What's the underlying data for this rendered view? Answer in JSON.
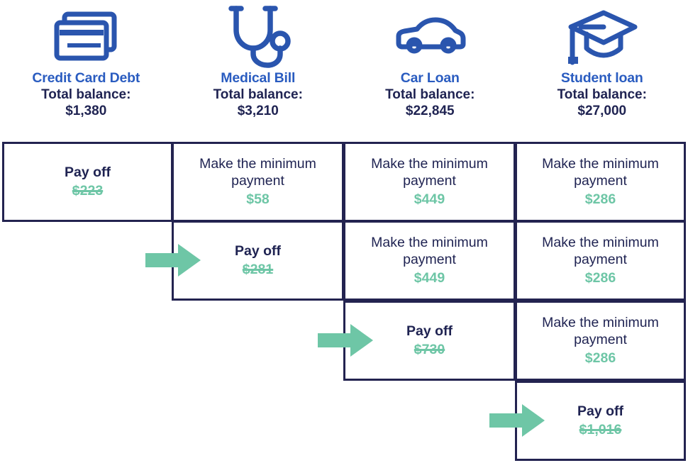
{
  "theme": {
    "navy": "#1f2352",
    "border_navy": "#232350",
    "title_blue": "#2a5cc0",
    "icon_blue": "#2a55ae",
    "mint_green": "#6ec6a6",
    "background": "#ffffff"
  },
  "header": {
    "balance_label": "Total balance:",
    "debts": [
      {
        "name": "Credit Card Debt",
        "icon": "credit-card-icon",
        "balance": "$1,380"
      },
      {
        "name": "Medical Bill",
        "icon": "stethoscope-icon",
        "balance": "$3,210"
      },
      {
        "name": "Car Loan",
        "icon": "car-icon",
        "balance": "$22,845"
      },
      {
        "name": "Student loan",
        "icon": "graduation-cap-icon",
        "balance": "$27,000"
      }
    ]
  },
  "grid": {
    "action_payoff": "Pay off",
    "action_minimum": "Make the minimum payment",
    "rows": [
      {
        "row": 1,
        "cells": [
          {
            "column": "Credit Card Debt",
            "action": "Pay off",
            "amount": "$223",
            "struck": true,
            "has_arrow": false
          },
          {
            "column": "Medical Bill",
            "action": "Make the minimum payment",
            "amount": "$58",
            "struck": false,
            "has_arrow": false
          },
          {
            "column": "Car Loan",
            "action": "Make the minimum payment",
            "amount": "$449",
            "struck": false,
            "has_arrow": false
          },
          {
            "column": "Student loan",
            "action": "Make the minimum payment",
            "amount": "$286",
            "struck": false,
            "has_arrow": false
          }
        ]
      },
      {
        "row": 2,
        "cells": [
          {
            "column": "Medical Bill",
            "action": "Pay off",
            "amount": "$281",
            "struck": true,
            "has_arrow": true
          },
          {
            "column": "Car Loan",
            "action": "Make the minimum payment",
            "amount": "$449",
            "struck": false,
            "has_arrow": false
          },
          {
            "column": "Student loan",
            "action": "Make the minimum payment",
            "amount": "$286",
            "struck": false,
            "has_arrow": false
          }
        ]
      },
      {
        "row": 3,
        "cells": [
          {
            "column": "Car Loan",
            "action": "Pay off",
            "amount": "$730",
            "struck": true,
            "has_arrow": true
          },
          {
            "column": "Student loan",
            "action": "Make the minimum payment",
            "amount": "$286",
            "struck": false,
            "has_arrow": false
          }
        ]
      },
      {
        "row": 4,
        "cells": [
          {
            "column": "Student loan",
            "action": "Pay off",
            "amount": "$1,016",
            "struck": true,
            "has_arrow": true
          }
        ]
      }
    ]
  },
  "cells": {
    "r1c1_action": "Pay off",
    "r1c1_amount": "$223",
    "r1c2_action": "Make the minimum payment",
    "r1c2_amount": "$58",
    "r1c3_action": "Make the minimum payment",
    "r1c3_amount": "$449",
    "r1c4_action": "Make the minimum payment",
    "r1c4_amount": "$286",
    "r2c2_action": "Pay off",
    "r2c2_amount": "$281",
    "r2c3_action": "Make the minimum payment",
    "r2c3_amount": "$449",
    "r2c4_action": "Make the minimum payment",
    "r2c4_amount": "$286",
    "r3c3_action": "Pay off",
    "r3c3_amount": "$730",
    "r3c4_action": "Make the minimum payment",
    "r3c4_amount": "$286",
    "r4c4_action": "Pay off",
    "r4c4_amount": "$1,016"
  }
}
